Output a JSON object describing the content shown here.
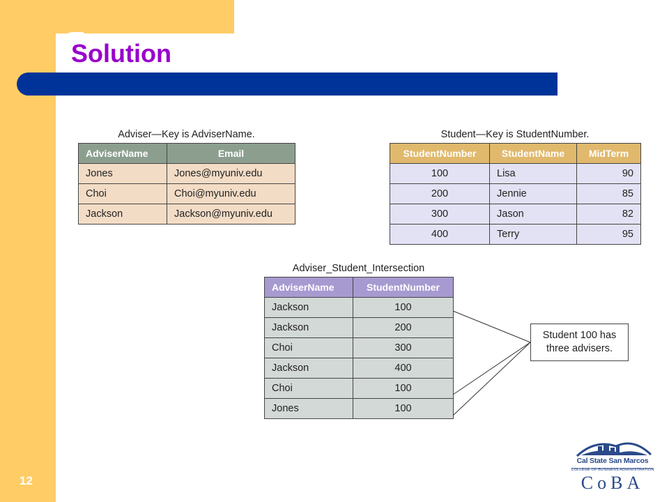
{
  "slide": {
    "title": "Solution",
    "page_number": "12"
  },
  "adviser_table": {
    "caption": "Adviser—Key is AdviserName.",
    "columns": [
      "AdviserName",
      "Email"
    ],
    "rows": [
      [
        "Jones",
        "Jones@myuniv.edu"
      ],
      [
        "Choi",
        "Choi@myuniv.edu"
      ],
      [
        "Jackson",
        "Jackson@myuniv.edu"
      ]
    ]
  },
  "student_table": {
    "caption": "Student—Key is StudentNumber.",
    "columns": [
      "StudentNumber",
      "StudentName",
      "MidTerm"
    ],
    "rows": [
      [
        "100",
        "Lisa",
        "90"
      ],
      [
        "200",
        "Jennie",
        "85"
      ],
      [
        "300",
        "Jason",
        "82"
      ],
      [
        "400",
        "Terry",
        "95"
      ]
    ]
  },
  "intersection_table": {
    "caption": "Adviser_Student_Intersection",
    "columns": [
      "AdviserName",
      "StudentNumber"
    ],
    "rows": [
      [
        "Jackson",
        "100"
      ],
      [
        "Jackson",
        "200"
      ],
      [
        "Choi",
        "300"
      ],
      [
        "Jackson",
        "400"
      ],
      [
        "Choi",
        "100"
      ],
      [
        "Jones",
        "100"
      ]
    ]
  },
  "callout": {
    "line1": "Student 100 has",
    "line2": "three advisers."
  },
  "logo": {
    "name": "Cal State San Marcos",
    "subtitle": "COLLEGE OF BUSINESS ADMINISTRATION",
    "abbr": "CoBA",
    "color": "#2b4a8a"
  },
  "colors": {
    "accent_title": "#9900cc",
    "bar_blue": "#003399",
    "frame_yellow": "#ffcc66"
  }
}
